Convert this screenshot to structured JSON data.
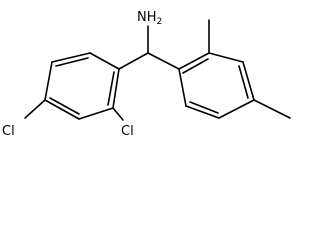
{
  "molecule": {
    "amine_label": "NH",
    "amine_subscript": "2",
    "chloro_para_label": "Cl",
    "chloro_ortho_label": "Cl"
  },
  "colors": {
    "bond": "#000000",
    "text": "#000000",
    "background": "#ffffff"
  }
}
